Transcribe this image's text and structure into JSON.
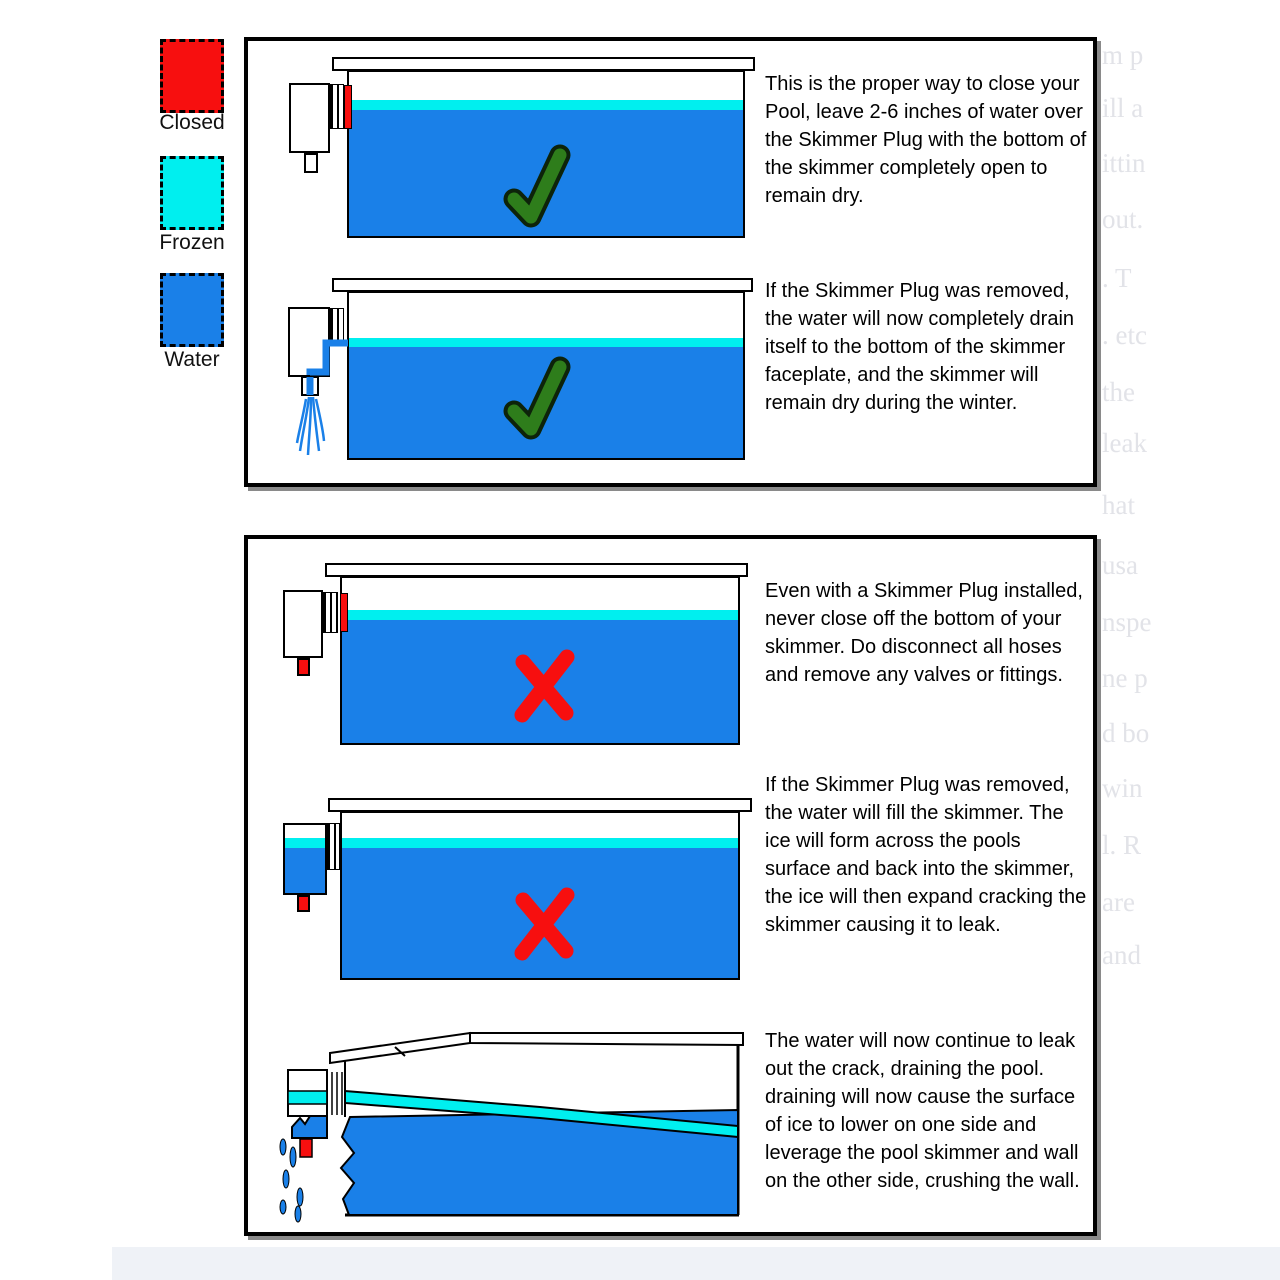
{
  "legend": {
    "items": [
      {
        "label": "Closed",
        "color": "#f70f0f"
      },
      {
        "label": "Frozen",
        "color": "#00efef"
      },
      {
        "label": "Water",
        "color": "#1a80e8"
      }
    ]
  },
  "colors": {
    "closed_red": "#f70f0f",
    "frozen_cyan": "#00efef",
    "water_blue": "#1a80e8",
    "check_green": "#2e7d1b"
  },
  "captions": [
    {
      "verdict": "check",
      "text": "This is the proper way to close your Pool, leave 2-6 inches of water over the Skimmer Plug with the bottom of the skimmer completely open to remain dry."
    },
    {
      "verdict": "check",
      "text": "If the Skimmer Plug was removed, the water will now completely drain itself to the bottom of the skimmer faceplate, and the skimmer will remain dry during the winter."
    },
    {
      "verdict": "cross",
      "text": "Even with a Skimmer Plug installed, never close off the bottom of your skimmer. Do disconnect all hoses and remove any valves or fittings."
    },
    {
      "verdict": "cross",
      "text": "If the Skimmer Plug was removed, the water will fill the skimmer. The ice will form across the pools surface and back into the skimmer, the ice will then expand cracking the skimmer causing it to leak."
    },
    {
      "verdict": "cross",
      "text": "The water will now continue to leak out the crack, draining the pool. draining will now cause the surface of ice to lower on one side and leverage the pool skimmer and wall on the other side, crushing the wall."
    }
  ],
  "background_fragments": [
    "m p",
    "ill a",
    "ittin",
    "out.",
    ". T",
    ". etc",
    "the",
    "leak",
    "hat",
    "usa",
    "nspe",
    "ne p",
    "d bo",
    "win",
    "l. R",
    "are",
    "and"
  ]
}
